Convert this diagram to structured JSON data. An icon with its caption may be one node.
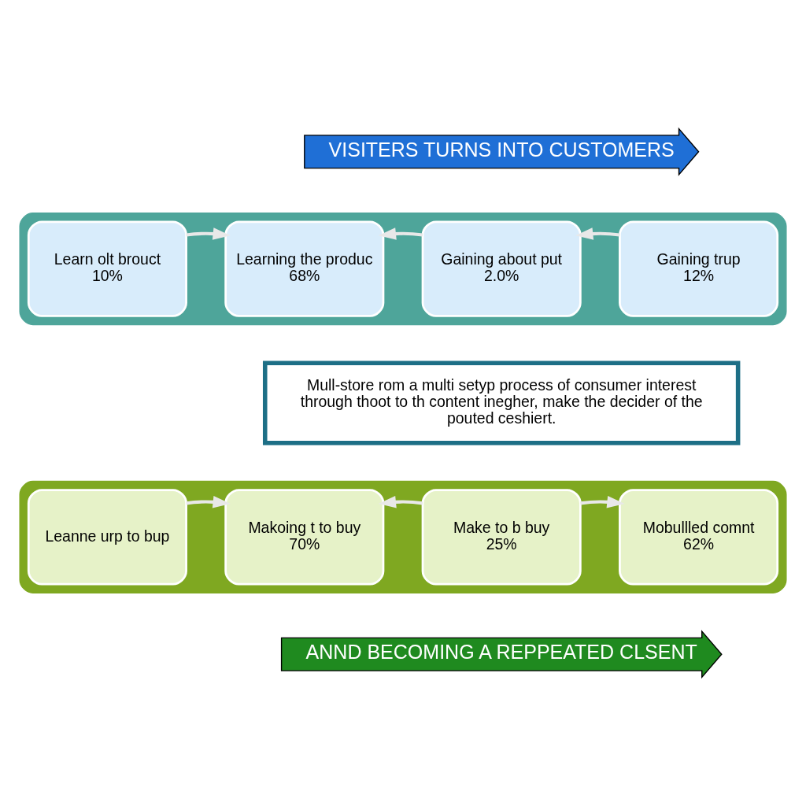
{
  "diagram": {
    "nodes": [
      {
        "text": [
          "VISITERS TURNS INTO CUSTOMERS"
        ]
      },
      {
        "text": [],
        "shape": "box"
      },
      {
        "text": [
          "Learn olt brouct",
          "10%"
        ],
        "in": 1
      },
      {
        "text": [
          "Learning the produc",
          "68%"
        ],
        "in": 1
      },
      {
        "text": [
          "Gaining about put",
          "2.0%"
        ],
        "in": 1
      },
      {
        "text": [
          "Gaining trup",
          "12%"
        ],
        "in": 1
      },
      {
        "text": [
          "Mull-store rom a multi setyp process of consumer interest through thoot to th content inegher, make the decider of the pouted ceshiert."
        ]
      },
      {
        "text": [],
        "shape": "box"
      },
      {
        "text": [
          "Leanne urp to bup"
        ],
        "in": 7
      },
      {
        "text": [
          "Makoing t to buy",
          "70%"
        ],
        "in": 7
      },
      {
        "text": [
          "Make to b buy",
          "25%"
        ],
        "in": 7
      },
      {
        "text": [
          "Mobullled comnt",
          "62%"
        ],
        "in": 7
      },
      {
        "text": [
          "ANND BECOMING A REPPEATED CLSENT"
        ]
      }
    ],
    "edges": [
      {
        "from": 2,
        "to": 3,
        "arrow": "to"
      },
      {
        "from": 4,
        "to": 3,
        "arrow": "to"
      },
      {
        "from": 5,
        "to": 4,
        "arrow": "to"
      },
      {
        "from": 8,
        "to": 9,
        "arrow": "to"
      },
      {
        "from": 10,
        "to": 9,
        "arrow": "to"
      },
      {
        "from": 10,
        "to": 11,
        "arrow": "to"
      }
    ]
  }
}
